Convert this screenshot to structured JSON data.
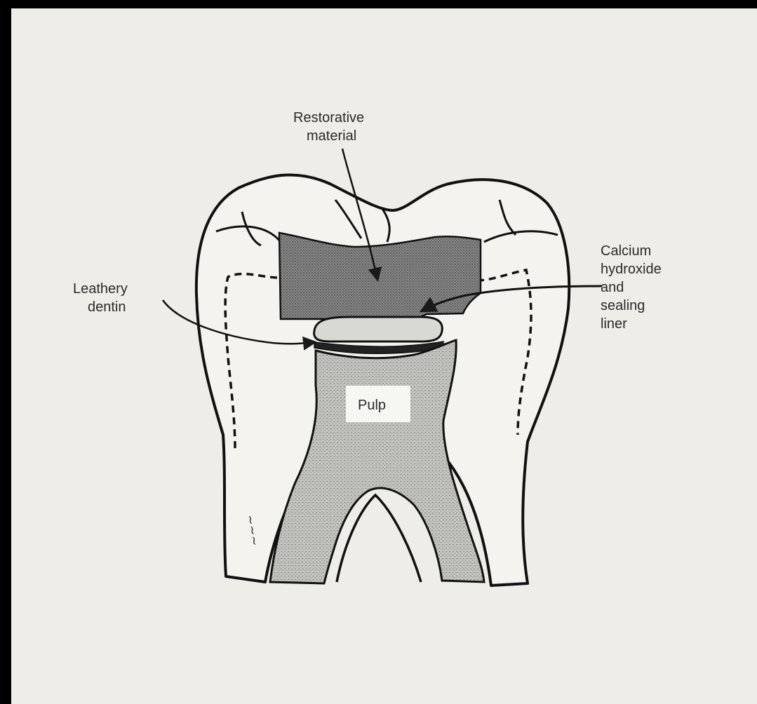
{
  "labels": {
    "restorative_line1": "Restorative",
    "restorative_line2": "material",
    "calcium_line1": "Calcium",
    "calcium_line2": "hydroxide",
    "calcium_line3": "and",
    "calcium_line4": "sealing",
    "calcium_line5": "liner",
    "leathery_line1": "Leathery",
    "leathery_line2": "dentin",
    "pulp": "Pulp"
  },
  "colors": {
    "background": "#efede8",
    "frame": "#000000",
    "ink": "#1a1a1a",
    "restorative": "#7d7d7d",
    "pulp": "#b9b9b9",
    "liner": "#d8d8d2"
  }
}
